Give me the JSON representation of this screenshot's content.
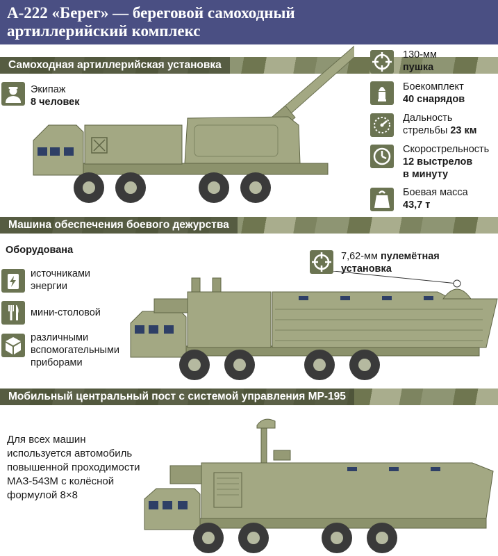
{
  "header": {
    "title": "А-222 «Берег» — береговой самоходный артиллерийский комплекс"
  },
  "section1": {
    "title": "Самоходная артиллерийская установка",
    "crew": {
      "label": "Экипаж",
      "value": "8 человек",
      "icon": "soldier-icon"
    },
    "specs": [
      {
        "icon": "crosshair-icon",
        "line1": "130-мм",
        "line2": "пушка"
      },
      {
        "icon": "shell-icon",
        "line1": "Боекомплект",
        "line2": "40 снарядов"
      },
      {
        "icon": "gauge-icon",
        "line1": "Дальность",
        "line2_prefix": "стрельбы ",
        "line2_bold": "23 км"
      },
      {
        "icon": "clock-icon",
        "line1": "Скорострельность",
        "line2": "12 выстрелов",
        "line3": "в минуту"
      },
      {
        "icon": "weight-icon",
        "line1": "Боевая масса",
        "line2": "43,7 т"
      }
    ]
  },
  "section2": {
    "title": "Машина обеспечения боевого дежурства",
    "equipped_title": "Оборудована",
    "items": [
      {
        "icon": "power-icon",
        "line1": "источниками",
        "line2": "энергии"
      },
      {
        "icon": "fork-knife-icon",
        "line1": "мини-столовой"
      },
      {
        "icon": "cube-icon",
        "line1": "различными",
        "line2": "вспомогательными",
        "line3": "приборами"
      }
    ],
    "mg": {
      "icon": "crosshair-icon",
      "prefix": "7,62-мм ",
      "bold1": "пулемётная",
      "bold2": "установка"
    }
  },
  "section3": {
    "title": "Мобильный центральный пост с системой управления МР-195",
    "note": [
      "Для всех машин",
      "используется автомобиль",
      "повышенной проходимости",
      "МАЗ-543М с колёсной",
      "формулой 8×8"
    ]
  },
  "colors": {
    "header": "#4a4f83",
    "olive": "#6b7452",
    "vehicle": "#a3a883",
    "vehicle_dark": "#7d8462",
    "tire": "#3a3a3a"
  }
}
